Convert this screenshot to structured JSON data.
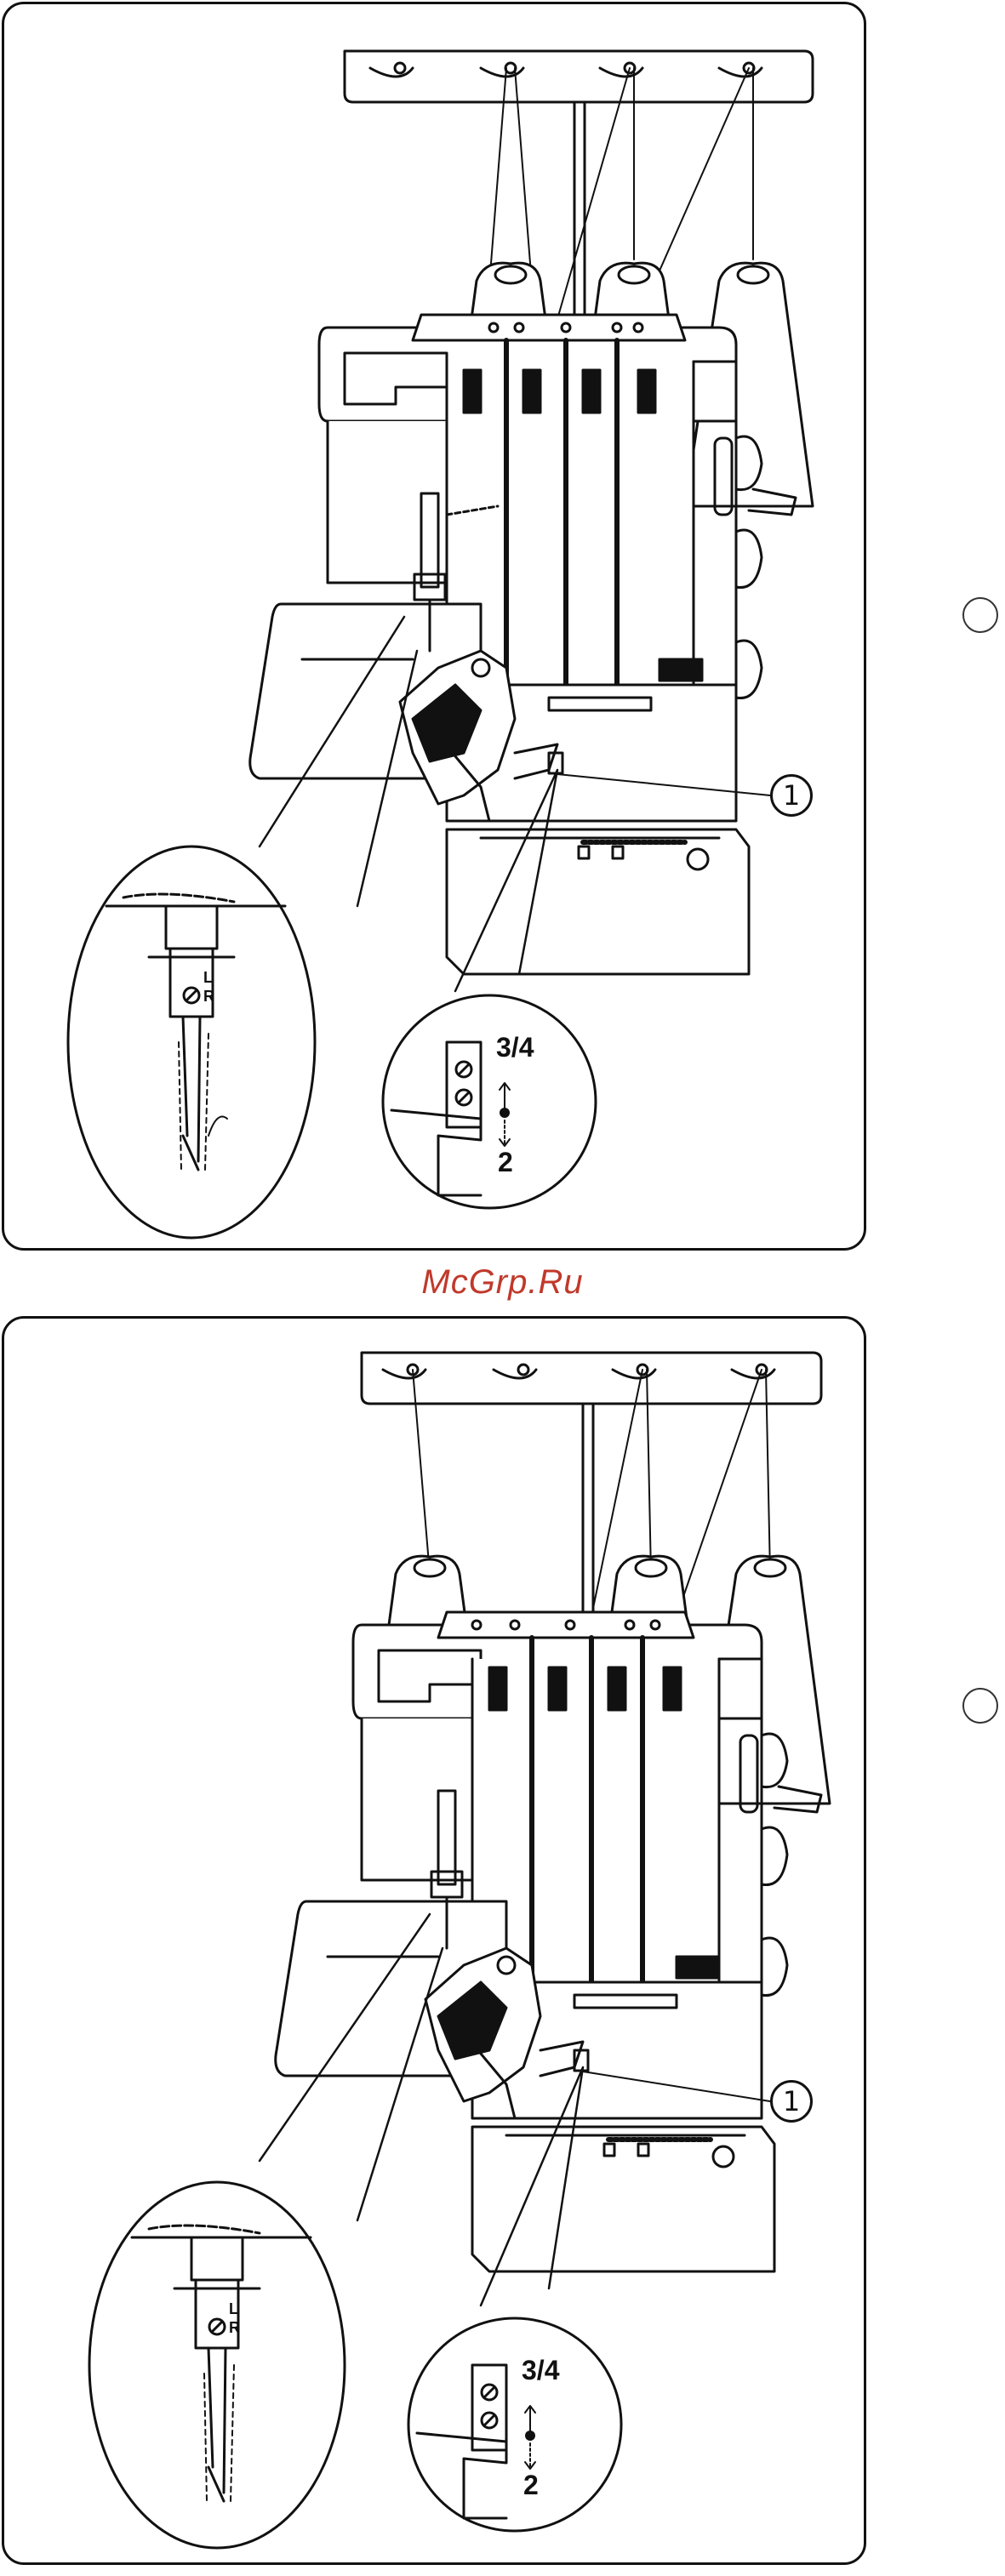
{
  "watermark": "McGrp.Ru",
  "panels": [
    {
      "callout": "1",
      "dial_top": "3/4",
      "dial_bottom": "2",
      "needle_left": "L",
      "needle_right": "R"
    },
    {
      "callout": "1",
      "dial_top": "3/4",
      "dial_bottom": "2",
      "needle_left": "L",
      "needle_right": "R"
    }
  ]
}
